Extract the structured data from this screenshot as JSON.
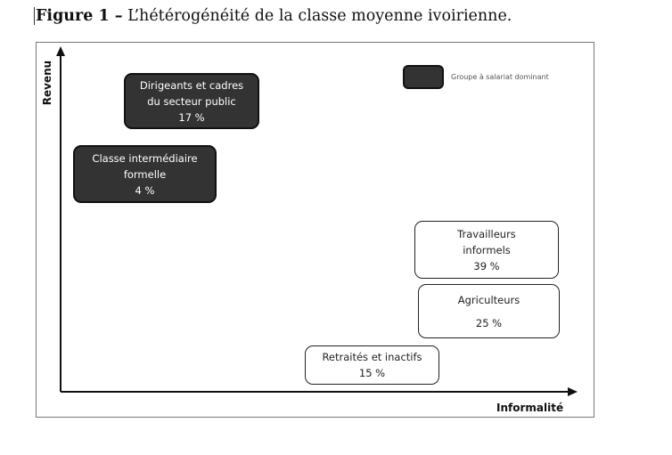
{
  "title": {
    "prefix": "Figure 1 –",
    "text": " L’hétérogénéité de la classe moyenne ivoirienne."
  },
  "axes": {
    "y_label": "Revenu",
    "x_label": "Informalité"
  },
  "legend": {
    "label": "Groupe à salariat dominant",
    "color": "#333333"
  },
  "groups": [
    {
      "name": "Dirigeants et cadres",
      "name2": "du secteur public",
      "pct": "17 %"
    },
    {
      "name": "Classe intermédiaire",
      "name2": "formelle",
      "pct": "4 %"
    },
    {
      "name": "Travailleurs",
      "name2": "informels",
      "pct": "39 %"
    },
    {
      "name": "Agriculteurs",
      "pct": "25 %"
    },
    {
      "name": "Retraités et inactifs",
      "pct": "15 %"
    }
  ]
}
